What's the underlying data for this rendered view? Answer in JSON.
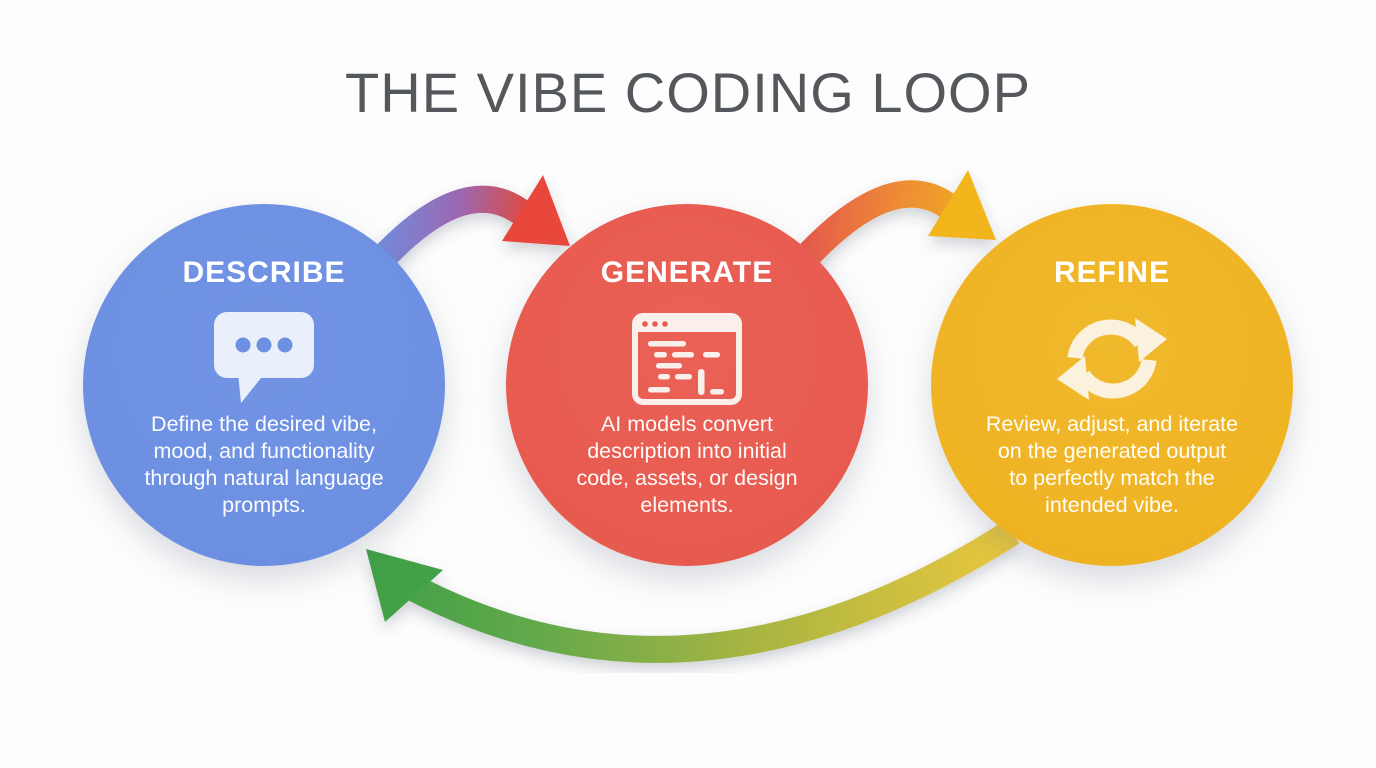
{
  "title": "THE VIBE CODING LOOP",
  "steps": [
    {
      "id": "describe",
      "label": "DESCRIBE",
      "icon": "chat-bubble-icon",
      "description": "Define the desired vibe,\nmood, and functionality\nthrough natural language\nprompts.",
      "color": "#6D90E2"
    },
    {
      "id": "generate",
      "label": "GENERATE",
      "icon": "code-window-icon",
      "description": "AI models convert\ndescription into initial\ncode, assets, or design\nelements.",
      "color": "#E85B50"
    },
    {
      "id": "refine",
      "label": "REFINE",
      "icon": "refresh-cycle-icon",
      "description": "Review, adjust, and iterate\non the generated output\nto perfectly match the\nintended vibe.",
      "color": "#EFB424"
    }
  ],
  "arrows": [
    {
      "id": "describe-to-generate",
      "from": "DESCRIBE",
      "to": "GENERATE",
      "gradient": [
        "#6E8FE0",
        "#9C67B0",
        "#E9463A"
      ]
    },
    {
      "id": "generate-to-refine",
      "from": "GENERATE",
      "to": "REFINE",
      "gradient": [
        "#E6574C",
        "#ED8B36",
        "#F2B51D"
      ]
    },
    {
      "id": "refine-to-describe",
      "from": "REFINE",
      "to": "DESCRIBE",
      "gradient": [
        "#E9C73E",
        "#A9B542",
        "#43A047"
      ]
    }
  ],
  "palette": {
    "title_gray": "#54575C",
    "describe_blue": "#6D90E2",
    "generate_red": "#E85B50",
    "refine_yellow": "#EFB424",
    "loop_green": "#43A047",
    "background": "#FDFDFD"
  }
}
